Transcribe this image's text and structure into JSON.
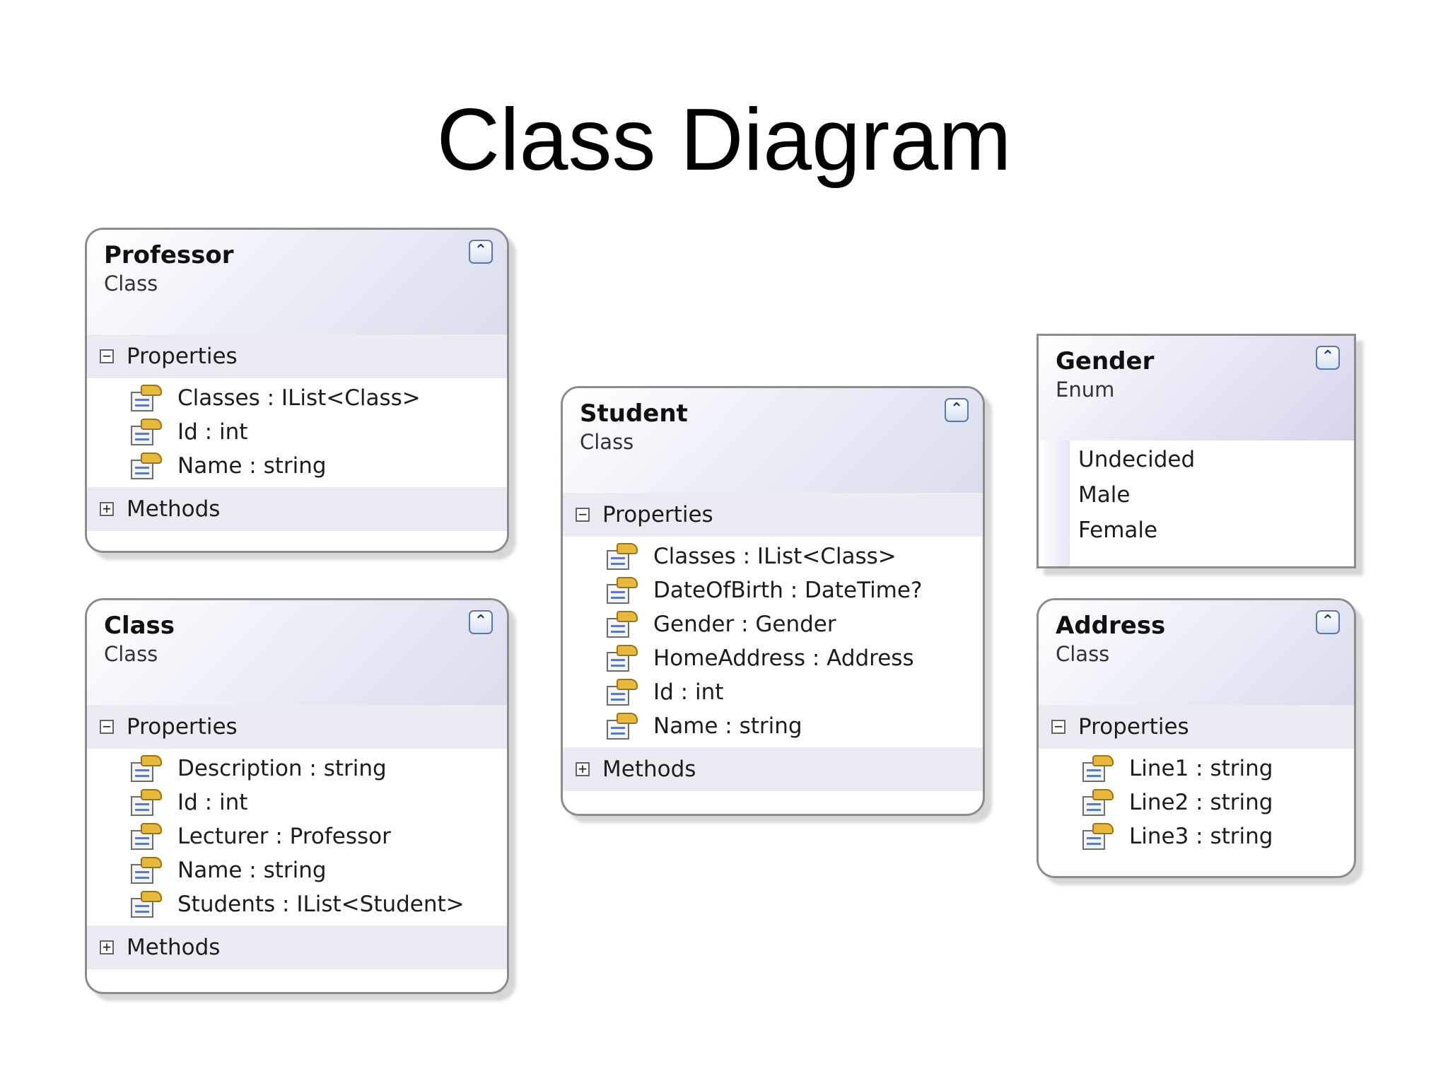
{
  "title": "Class Diagram",
  "colors": {
    "header_gradient": "#d9ddec",
    "section_band": "#ebecf3",
    "border": "#8c8c8c",
    "accent": "#5b77b0"
  },
  "icons": {
    "collapse": "double-chevron-up-icon",
    "property": "property-icon",
    "expanded": "minus-box-icon",
    "collapsed": "plus-box-icon"
  },
  "shapes": {
    "professor": {
      "name": "Professor",
      "kind": "Class",
      "properties_label": "Properties",
      "properties": [
        "Classes : IList<Class>",
        "Id : int",
        "Name : string"
      ],
      "methods_label": "Methods"
    },
    "student": {
      "name": "Student",
      "kind": "Class",
      "properties_label": "Properties",
      "properties": [
        "Classes : IList<Class>",
        "DateOfBirth : DateTime?",
        "Gender : Gender",
        "HomeAddress : Address",
        "Id : int",
        "Name : string"
      ],
      "methods_label": "Methods"
    },
    "gender": {
      "name": "Gender",
      "kind": "Enum",
      "values": [
        "Undecided",
        "Male",
        "Female"
      ]
    },
    "class": {
      "name": "Class",
      "kind": "Class",
      "properties_label": "Properties",
      "properties": [
        "Description : string",
        "Id : int",
        "Lecturer : Professor",
        "Name : string",
        "Students : IList<Student>"
      ],
      "methods_label": "Methods"
    },
    "address": {
      "name": "Address",
      "kind": "Class",
      "properties_label": "Properties",
      "properties": [
        "Line1 : string",
        "Line2 : string",
        "Line3 : string"
      ]
    }
  }
}
